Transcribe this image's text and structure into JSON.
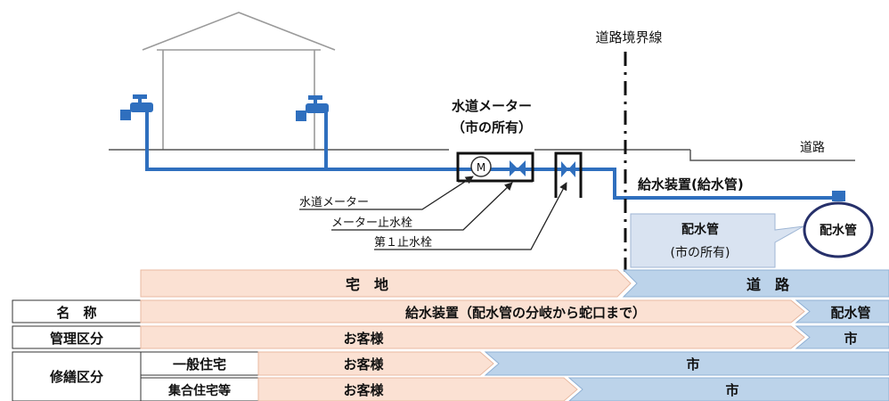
{
  "diagram": {
    "road_boundary_label": "道路境界線",
    "meter_title_line1": "水道メーター",
    "meter_title_line2": "（市の所有）",
    "road_label": "道路",
    "supply_device_label": "給水装置(給水管)",
    "meter_symbol": "M",
    "callout_meter": "水道メーター",
    "callout_meter_valve": "メーター止水栓",
    "callout_first_valve": "第１止水栓",
    "main_box_line1": "配水管",
    "main_box_line2": "(市の所有)",
    "main_circle_label": "配水管"
  },
  "table": {
    "zones": {
      "private": "宅　地",
      "road": "道　路"
    },
    "rows": {
      "name": {
        "header": "名　称",
        "left": "給水装置（配水管の分岐から蛇口まで）",
        "right": "配水管"
      },
      "management": {
        "header": "管理区分",
        "left": "お客様",
        "right": "市"
      },
      "repair": {
        "header": "修繕区分",
        "general": {
          "sub": "一般住宅",
          "left": "お客様",
          "right": "市"
        },
        "collective": {
          "sub": "集合住宅等",
          "left": "お客様",
          "right": "市"
        }
      }
    }
  },
  "colors": {
    "pipe": "#2f6fbe",
    "private_fill": "#fbe1d3",
    "private_border": "#e8b9a0",
    "road_fill": "#bcd3ea",
    "road_border": "#8fb0d4",
    "header_fill": "#ffffff",
    "main_box_fill": "#d9e3f1"
  }
}
